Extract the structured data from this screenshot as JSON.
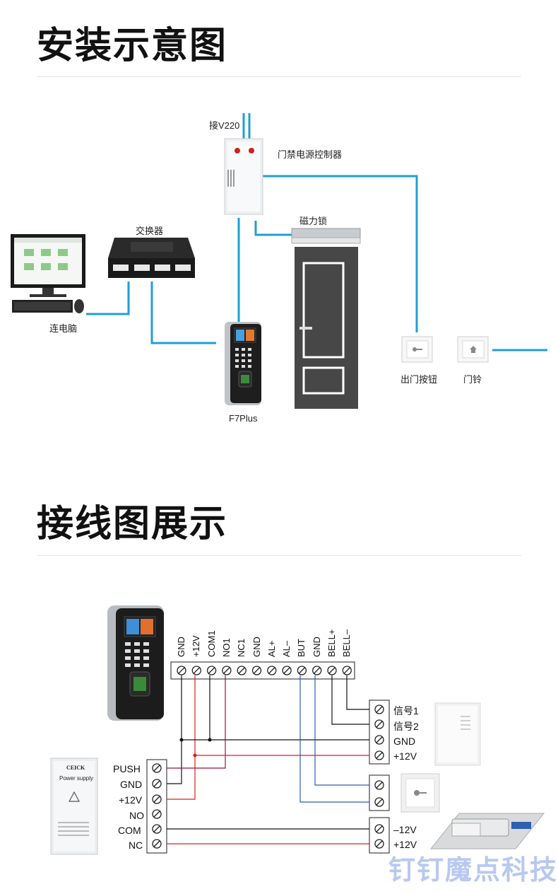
{
  "section1": {
    "title": "安装示意图",
    "labels": {
      "power_in": "接V220",
      "controller": "门禁电源控制器",
      "switch": "交换器",
      "maglock": "磁力锁",
      "pc": "连电脑",
      "device": "F7Plus",
      "exit_button": "出门按钮",
      "doorbell": "门铃"
    }
  },
  "section2": {
    "title": "接线图展示",
    "terminals": [
      "GND",
      "+12V",
      "COM1",
      "NO1",
      "NC1",
      "GND",
      "AL+",
      "AL–",
      "BUT",
      "GND",
      "BELL+",
      "BELL–"
    ],
    "power_terminals": [
      "PUSH",
      "GND",
      "+12V",
      "NO",
      "COM",
      "NC"
    ],
    "bell_terminals": [
      "信号1",
      "信号2",
      "GND",
      "+12V"
    ],
    "lock_terminals": [
      "–12V",
      "+12V"
    ],
    "power_supply_brand": "CEICK",
    "power_supply_name": "Power supply"
  },
  "watermark": "钉钉魔点科技",
  "colors": {
    "cable": "#1f9fd6",
    "red_wire": "#d62020",
    "blue_wire": "#2a5fb0",
    "black_wire": "#111111"
  }
}
